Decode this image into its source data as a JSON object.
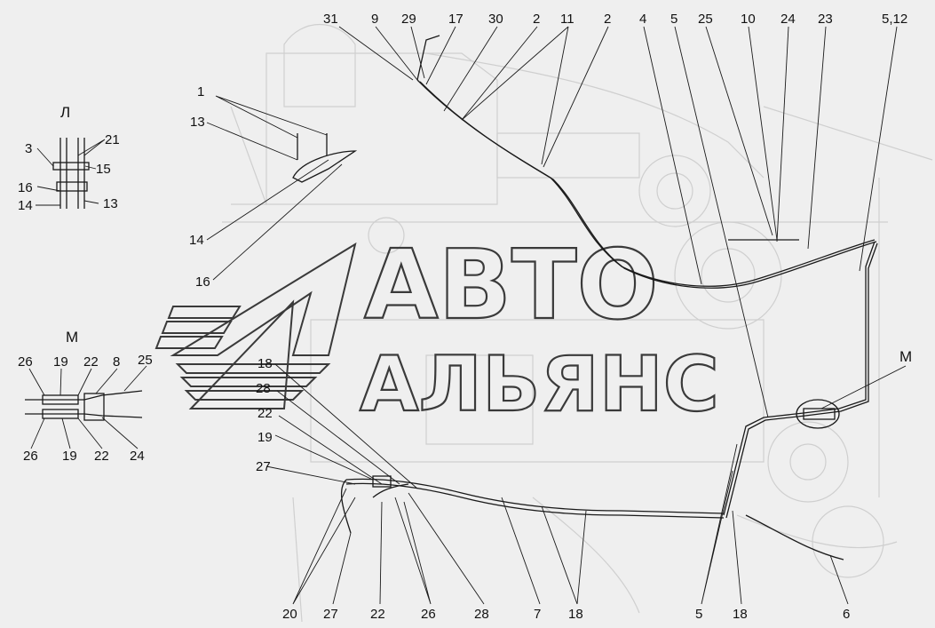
{
  "watermark": {
    "line1": "АВТО",
    "line2": "АЛЬЯНС"
  },
  "sections": {
    "L": "Л",
    "M_left": "М",
    "M_right": "М"
  },
  "colors": {
    "background": "#efefef",
    "lines": "#1a1a1a",
    "ghost": "#cfcfcf",
    "watermark": "#3a3a3a"
  },
  "callouts": [
    {
      "id": "c1",
      "text": "31"
    },
    {
      "id": "c2",
      "text": "9"
    },
    {
      "id": "c3",
      "text": "29"
    },
    {
      "id": "c4",
      "text": "17"
    },
    {
      "id": "c5",
      "text": "30"
    },
    {
      "id": "c6",
      "text": "2"
    },
    {
      "id": "c7",
      "text": "11"
    },
    {
      "id": "c8",
      "text": "2"
    },
    {
      "id": "c9",
      "text": "4"
    },
    {
      "id": "c10",
      "text": "5"
    },
    {
      "id": "c11",
      "text": "25"
    },
    {
      "id": "c12",
      "text": "10"
    },
    {
      "id": "c13",
      "text": "24"
    },
    {
      "id": "c14",
      "text": "23"
    },
    {
      "id": "c15",
      "text": "5,12"
    },
    {
      "id": "c16",
      "text": "1"
    },
    {
      "id": "c17",
      "text": "13"
    },
    {
      "id": "c18",
      "text": "14"
    },
    {
      "id": "c19",
      "text": "16"
    },
    {
      "id": "c20",
      "text": "3"
    },
    {
      "id": "c21",
      "text": "21"
    },
    {
      "id": "c22",
      "text": "15"
    },
    {
      "id": "c23",
      "text": "16"
    },
    {
      "id": "c24",
      "text": "14"
    },
    {
      "id": "c25",
      "text": "13"
    },
    {
      "id": "c26",
      "text": "26"
    },
    {
      "id": "c27",
      "text": "19"
    },
    {
      "id": "c28",
      "text": "22"
    },
    {
      "id": "c29",
      "text": "8"
    },
    {
      "id": "c30",
      "text": "25"
    },
    {
      "id": "c31",
      "text": "26"
    },
    {
      "id": "c32",
      "text": "19"
    },
    {
      "id": "c33",
      "text": "22"
    },
    {
      "id": "c34",
      "text": "24"
    },
    {
      "id": "c35",
      "text": "18"
    },
    {
      "id": "c36",
      "text": "28"
    },
    {
      "id": "c37",
      "text": "22"
    },
    {
      "id": "c38",
      "text": "19"
    },
    {
      "id": "c39",
      "text": "27"
    },
    {
      "id": "c40",
      "text": "20"
    },
    {
      "id": "c41",
      "text": "27"
    },
    {
      "id": "c42",
      "text": "22"
    },
    {
      "id": "c43",
      "text": "26"
    },
    {
      "id": "c44",
      "text": "28"
    },
    {
      "id": "c45",
      "text": "7"
    },
    {
      "id": "c46",
      "text": "18"
    },
    {
      "id": "c47",
      "text": "5"
    },
    {
      "id": "c48",
      "text": "18"
    },
    {
      "id": "c49",
      "text": "6"
    }
  ]
}
